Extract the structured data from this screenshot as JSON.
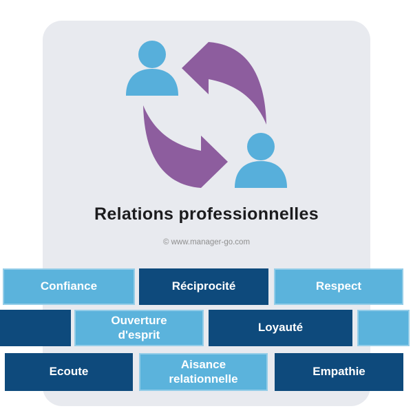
{
  "page": {
    "background": "#FFFFFF"
  },
  "card": {
    "title": "Relations professionnelles",
    "credit": "© www.manager-go.com",
    "background": "#E8EAEF"
  },
  "icon": {
    "name": "two-people-exchange-arrows",
    "person_color": "#57AFDB",
    "arrow_color": "#8D5D9E"
  },
  "colors": {
    "light_blue": "#5BB3DC",
    "dark_blue": "#0E4A7C",
    "brick_text": "#FFFFFF",
    "title_ink": "#1C1C1E",
    "credit_gray": "#8E8E8E"
  },
  "bricks": {
    "rows": [
      {
        "cells": [
          {
            "label": "Confiance",
            "variant": "light"
          },
          {
            "label": "Réciprocité",
            "variant": "dark"
          },
          {
            "label": "Respect",
            "variant": "light"
          }
        ]
      },
      {
        "cells": [
          {
            "label": "",
            "variant": "dark"
          },
          {
            "label": "Ouverture\nd'esprit",
            "variant": "light"
          },
          {
            "label": "Loyauté",
            "variant": "dark"
          },
          {
            "label": "",
            "variant": "light"
          }
        ]
      },
      {
        "cells": [
          {
            "label": "Ecoute",
            "variant": "dark"
          },
          {
            "label": "Aisance\nrelationnelle",
            "variant": "light"
          },
          {
            "label": "Empathie",
            "variant": "dark"
          }
        ]
      }
    ]
  }
}
